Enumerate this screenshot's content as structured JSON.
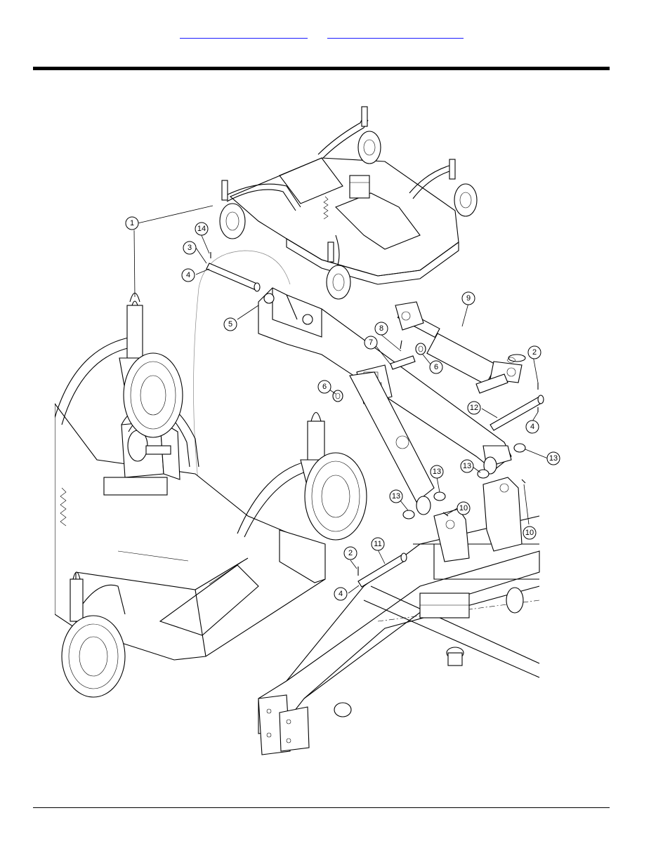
{
  "header": {
    "link_left": "",
    "link_right": ""
  },
  "callouts": [
    {
      "id": "c1",
      "label": "1"
    },
    {
      "id": "c14",
      "label": "14"
    },
    {
      "id": "c3",
      "label": "3"
    },
    {
      "id": "c4a",
      "label": "4"
    },
    {
      "id": "c5",
      "label": "5"
    },
    {
      "id": "c9",
      "label": "9"
    },
    {
      "id": "c8",
      "label": "8"
    },
    {
      "id": "c7",
      "label": "7"
    },
    {
      "id": "c6a",
      "label": "6"
    },
    {
      "id": "c2a",
      "label": "2"
    },
    {
      "id": "c6b",
      "label": "6"
    },
    {
      "id": "c12",
      "label": "12"
    },
    {
      "id": "c4b",
      "label": "4"
    },
    {
      "id": "c13a",
      "label": "13"
    },
    {
      "id": "c13b",
      "label": "13"
    },
    {
      "id": "c13c",
      "label": "13"
    },
    {
      "id": "c13d",
      "label": "13"
    },
    {
      "id": "c10a",
      "label": "10"
    },
    {
      "id": "c10b",
      "label": "10"
    },
    {
      "id": "c2b",
      "label": "2"
    },
    {
      "id": "c11",
      "label": "11"
    },
    {
      "id": "c4c",
      "label": "4"
    }
  ]
}
